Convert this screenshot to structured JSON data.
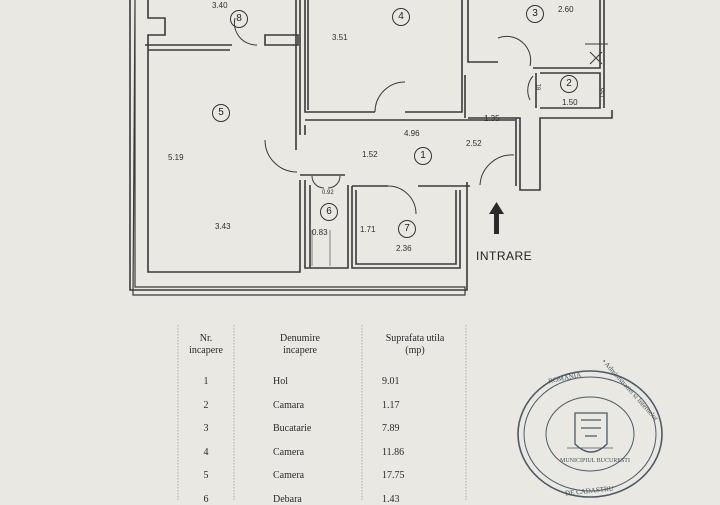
{
  "plan": {
    "dimensions": {
      "d340": "3.40",
      "d351": "3.51",
      "d260": "2.60",
      "d150": "1.50",
      "d135": "1.35",
      "d496": "4.96",
      "d152": "1.52",
      "d252": "2.52",
      "d519": "5.19",
      "d343": "3.43",
      "d171": "1.71",
      "d236": "2.36",
      "d083": "0.83",
      "d092": "0.92",
      "d155": "155",
      "d081": "81"
    },
    "rooms": {
      "r1": "1",
      "r2": "2",
      "r3": "3",
      "r4": "4",
      "r5": "5",
      "r6": "6",
      "r7": "7",
      "r8": "8"
    },
    "entry_label": "INTRARE"
  },
  "legend": {
    "headers": {
      "nr": [
        "Nr.",
        "incapere"
      ],
      "name": [
        "Denumire",
        "incapere"
      ],
      "area": [
        "Suprafata utila",
        "(mp)"
      ]
    },
    "rows": [
      {
        "nr": "1",
        "name": "Hol",
        "area": "9.01"
      },
      {
        "nr": "2",
        "name": "Camara",
        "area": "1.17"
      },
      {
        "nr": "3",
        "name": "Bucatarie",
        "area": "7.89"
      },
      {
        "nr": "4",
        "name": "Camera",
        "area": "11.86"
      },
      {
        "nr": "5",
        "name": "Camera",
        "area": "17.75"
      },
      {
        "nr": "6",
        "name": "Debara",
        "area": "1.43"
      }
    ]
  },
  "stamp": {
    "outer_top": "ROMANIA",
    "outer_right": "• Administratiei si Internelor",
    "inner": "MUNICIPIUL BUCURESTI",
    "bottom": "DE CADASTRU"
  },
  "colors": {
    "paper": "#e9e8e3",
    "ink": "#2f2f2f",
    "stamp": "#4d5a66"
  }
}
